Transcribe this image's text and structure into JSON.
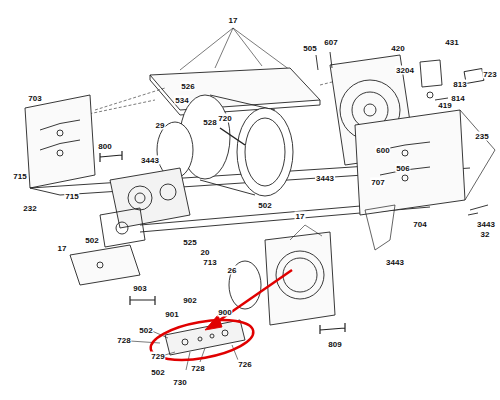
{
  "diagram": {
    "labels": [
      "17",
      "505",
      "607",
      "420",
      "431",
      "3204",
      "723",
      "813",
      "814",
      "419",
      "703",
      "720",
      "526",
      "534",
      "528",
      "235",
      "600",
      "506",
      "3443",
      "707",
      "800",
      "29",
      "3443",
      "502",
      "715",
      "715",
      "232",
      "3443",
      "32",
      "704",
      "502",
      "525",
      "3443",
      "17",
      "17",
      "20",
      "713",
      "26",
      "903",
      "902",
      "901",
      "900",
      "502",
      "728",
      "809",
      "729",
      "726",
      "728",
      "502",
      "730"
    ]
  }
}
